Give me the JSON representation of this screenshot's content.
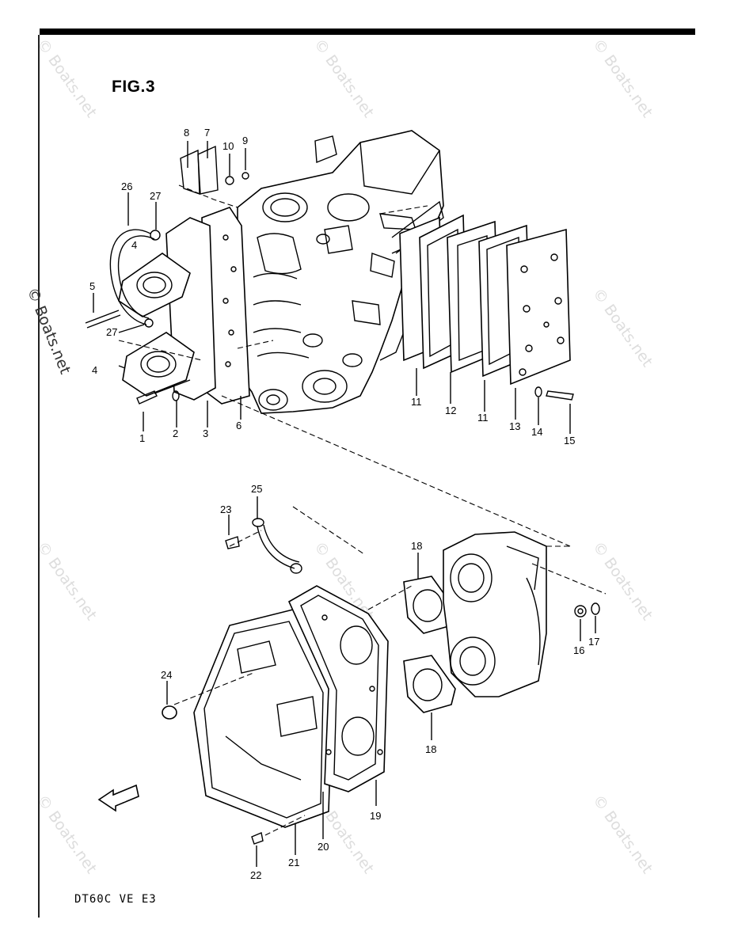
{
  "header": {
    "figure_title": "FIG.3"
  },
  "footer": {
    "model_code": "DT60C VE E3"
  },
  "watermark": {
    "text": "© Boats.net"
  },
  "arrow_label": "FWD",
  "callouts": [
    "1",
    "2",
    "3",
    "4",
    "4",
    "5",
    "6",
    "7",
    "8",
    "9",
    "10",
    "11",
    "11",
    "12",
    "13",
    "14",
    "15",
    "16",
    "17",
    "18",
    "18",
    "19",
    "20",
    "21",
    "22",
    "23",
    "24",
    "25",
    "26",
    "27",
    "27"
  ]
}
